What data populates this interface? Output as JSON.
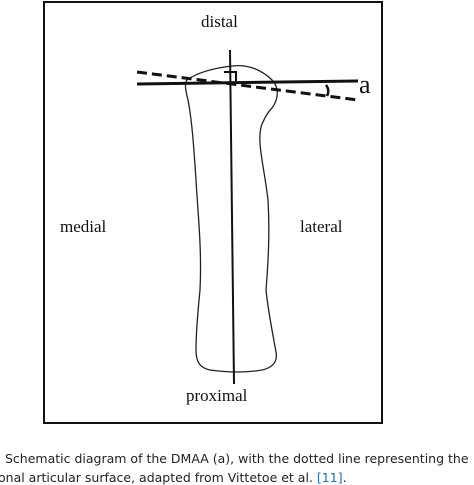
{
  "figure": {
    "labels": {
      "top": "distal",
      "bottom": "proximal",
      "left": "medial",
      "right": "lateral",
      "angle": "a"
    }
  },
  "caption": {
    "line1": "Schematic diagram of the DMAA (a), with the dotted line representing the",
    "line2_prefix": "onal articular surface, adapted from Vittetoe et al.",
    "reference": "[11]",
    "line2_suffix": ".",
    "reference_color": "#2a6fa8"
  }
}
